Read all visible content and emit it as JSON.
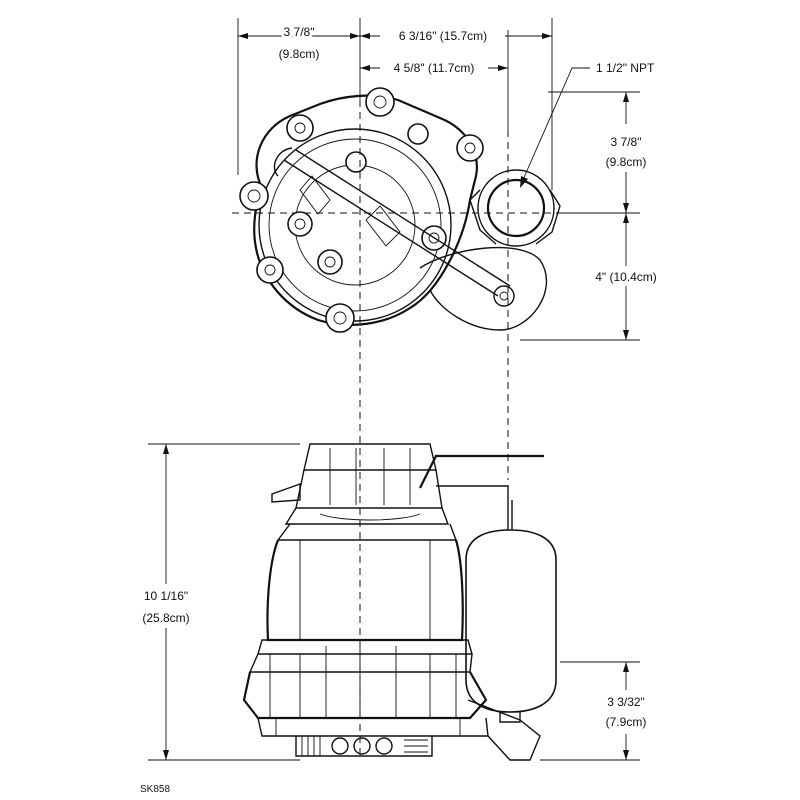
{
  "dimensions": {
    "top_left_width": "3 7/8\"",
    "top_left_width_cm": "(9.8cm)",
    "overall_width": "6 3/16\" (15.7cm)",
    "inner_width": "4 5/8\" (11.7cm)",
    "discharge_size": "1 1/2\" NPT",
    "right_upper": "3 7/8\"",
    "right_upper_cm": "(9.8cm)",
    "right_lower": "4\" (10.4cm)",
    "height": "10 1/16\"",
    "height_cm": "(25.8cm)",
    "inlet_height": "3 3/32\"",
    "inlet_height_cm": "(7.9cm)"
  },
  "drawing_code": "SK858",
  "colors": {
    "ink": "#111111",
    "background": "#ffffff"
  }
}
